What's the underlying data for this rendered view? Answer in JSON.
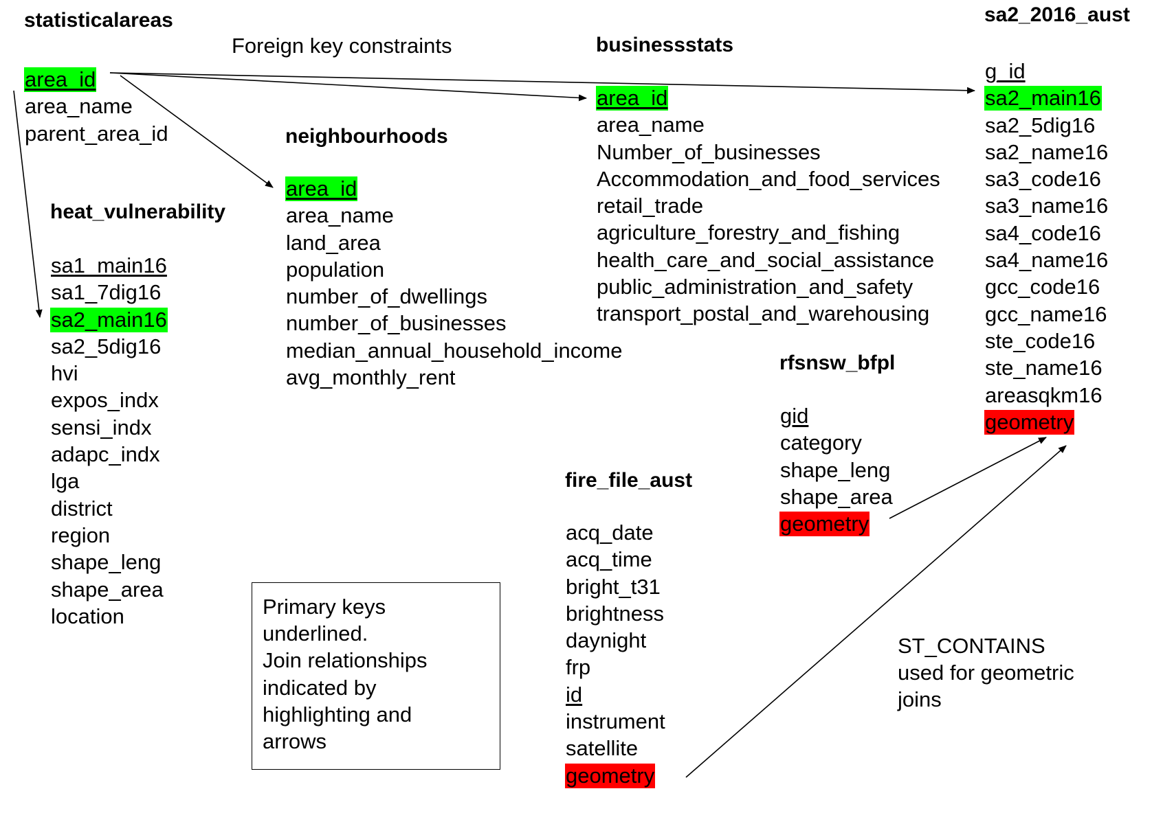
{
  "tables": {
    "statisticalareas": {
      "title": "statisticalareas",
      "fields": [
        {
          "name": "area_id",
          "pk": true,
          "highlight": "green"
        },
        {
          "name": "area_name"
        },
        {
          "name": "parent_area_id"
        }
      ]
    },
    "heat_vulnerability": {
      "title": "heat_vulnerability",
      "fields": [
        {
          "name": "sa1_main16",
          "pk": true
        },
        {
          "name": "sa1_7dig16"
        },
        {
          "name": "sa2_main16",
          "highlight": "green"
        },
        {
          "name": "sa2_5dig16"
        },
        {
          "name": "hvi"
        },
        {
          "name": "expos_indx"
        },
        {
          "name": "sensi_indx"
        },
        {
          "name": "adapc_indx"
        },
        {
          "name": "lga"
        },
        {
          "name": "district"
        },
        {
          "name": "region"
        },
        {
          "name": "shape_leng"
        },
        {
          "name": "shape_area"
        },
        {
          "name": "location"
        }
      ]
    },
    "neighbourhoods": {
      "title": "neighbourhoods",
      "fields": [
        {
          "name": "area_id",
          "pk": true,
          "highlight": "green"
        },
        {
          "name": "area_name"
        },
        {
          "name": "land_area"
        },
        {
          "name": "population"
        },
        {
          "name": "number_of_dwellings"
        },
        {
          "name": "number_of_businesses"
        },
        {
          "name": "median_annual_household_income"
        },
        {
          "name": "avg_monthly_rent"
        }
      ]
    },
    "businessstats": {
      "title": "businessstats",
      "fields": [
        {
          "name": "area_id",
          "pk": true,
          "highlight": "green"
        },
        {
          "name": "area_name"
        },
        {
          "name": "Number_of_businesses"
        },
        {
          "name": "Accommodation_and_food_services"
        },
        {
          "name": "retail_trade"
        },
        {
          "name": "agriculture_forestry_and_fishing"
        },
        {
          "name": "health_care_and_social_assistance"
        },
        {
          "name": "public_administration_and_safety"
        },
        {
          "name": "transport_postal_and_warehousing"
        }
      ]
    },
    "sa2_2016_aust": {
      "title": "sa2_2016_aust",
      "fields": [
        {
          "name": "g_id",
          "pk": true
        },
        {
          "name": "sa2_main16",
          "highlight": "green"
        },
        {
          "name": "sa2_5dig16"
        },
        {
          "name": "sa2_name16"
        },
        {
          "name": "sa3_code16"
        },
        {
          "name": "sa3_name16"
        },
        {
          "name": "sa4_code16"
        },
        {
          "name": "sa4_name16"
        },
        {
          "name": "gcc_code16"
        },
        {
          "name": "gcc_name16"
        },
        {
          "name": "ste_code16"
        },
        {
          "name": "ste_name16"
        },
        {
          "name": "areasqkm16"
        },
        {
          "name": "geometry",
          "highlight": "red"
        }
      ]
    },
    "rfsnsw_bfpl": {
      "title": "rfsnsw_bfpl",
      "fields": [
        {
          "name": "gid",
          "pk": true
        },
        {
          "name": "category"
        },
        {
          "name": "shape_leng"
        },
        {
          "name": "shape_area"
        },
        {
          "name": "geometry",
          "highlight": "red"
        }
      ]
    },
    "fire_file_aust": {
      "title": "fire_file_aust",
      "fields": [
        {
          "name": "acq_date"
        },
        {
          "name": "acq_time"
        },
        {
          "name": "bright_t31"
        },
        {
          "name": "brightness"
        },
        {
          "name": "daynight"
        },
        {
          "name": "frp"
        },
        {
          "name": "id",
          "pk": true
        },
        {
          "name": "instrument"
        },
        {
          "name": "satellite"
        },
        {
          "name": "geometry",
          "highlight": "red"
        }
      ]
    }
  },
  "annotations": {
    "fk_label": "Foreign key constraints",
    "legend_lines": [
      "Primary keys",
      "underlined.",
      "Join relationships",
      "indicated by",
      "highlighting and",
      "arrows"
    ],
    "st_contains_lines": [
      "ST_CONTAINS",
      "used for geometric",
      "joins"
    ]
  },
  "colors": {
    "join_highlight": "#00ff00",
    "geometry_highlight": "#ff0000",
    "arrow": "#000000"
  }
}
